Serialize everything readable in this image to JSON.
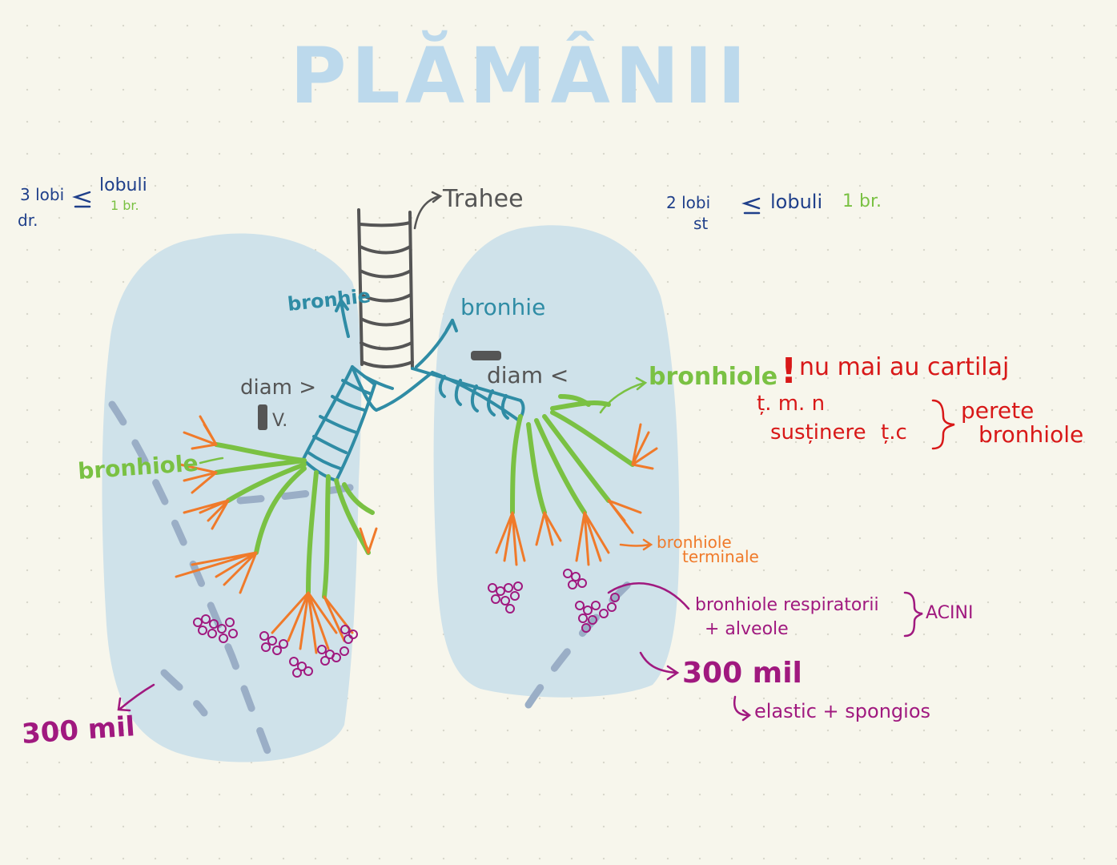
{
  "title": "PLĂMÂNII",
  "colors": {
    "lung": "#cfe2ea",
    "title": "#bcd9ec",
    "trachea": "#555555",
    "bronchi": "#2f8ca5",
    "bronchiole": "#7ac143",
    "terminal": "#f07a2a",
    "acini": "#a0197f",
    "navy": "#1f3f8a",
    "red": "#d81818",
    "dash": "#9aaec6"
  },
  "labels": {
    "trahee": "Trahee",
    "right_lobes_1": "3 lobi",
    "right_lobes_2": "dr.",
    "right_lobuli": "lobuli",
    "right_lobuli_br": "1 br.",
    "left_lobes_1": "2 lobi",
    "left_lobes_2": "st",
    "left_lobuli": "lobuli",
    "left_lobuli_br": "1 br.",
    "bronhie_left": "bronhie",
    "bronhie_right": "bronhie",
    "diam_right_lung": "diam >",
    "diam_left_lung": "diam <",
    "roman_v": "V.",
    "bronhiole_left": "bronhiole",
    "bronhiole_right": "bronhiole",
    "no_cartilage": "nu mai au cartilaj",
    "exclaim": "!",
    "tmn": "ț. m. n",
    "sustinere": "susținere",
    "tc": "ț.c",
    "perete_1": "perete",
    "perete_2": "bronhiole",
    "terminale_1": "bronhiole",
    "terminale_2": "terminale",
    "respiratorii": "bronhiole respiratorii",
    "alveole": "+ alveole",
    "acini": "ACINI",
    "mil_right": "300 mil",
    "elastic": "elastic + spongios",
    "mil_left": "300 mil"
  }
}
